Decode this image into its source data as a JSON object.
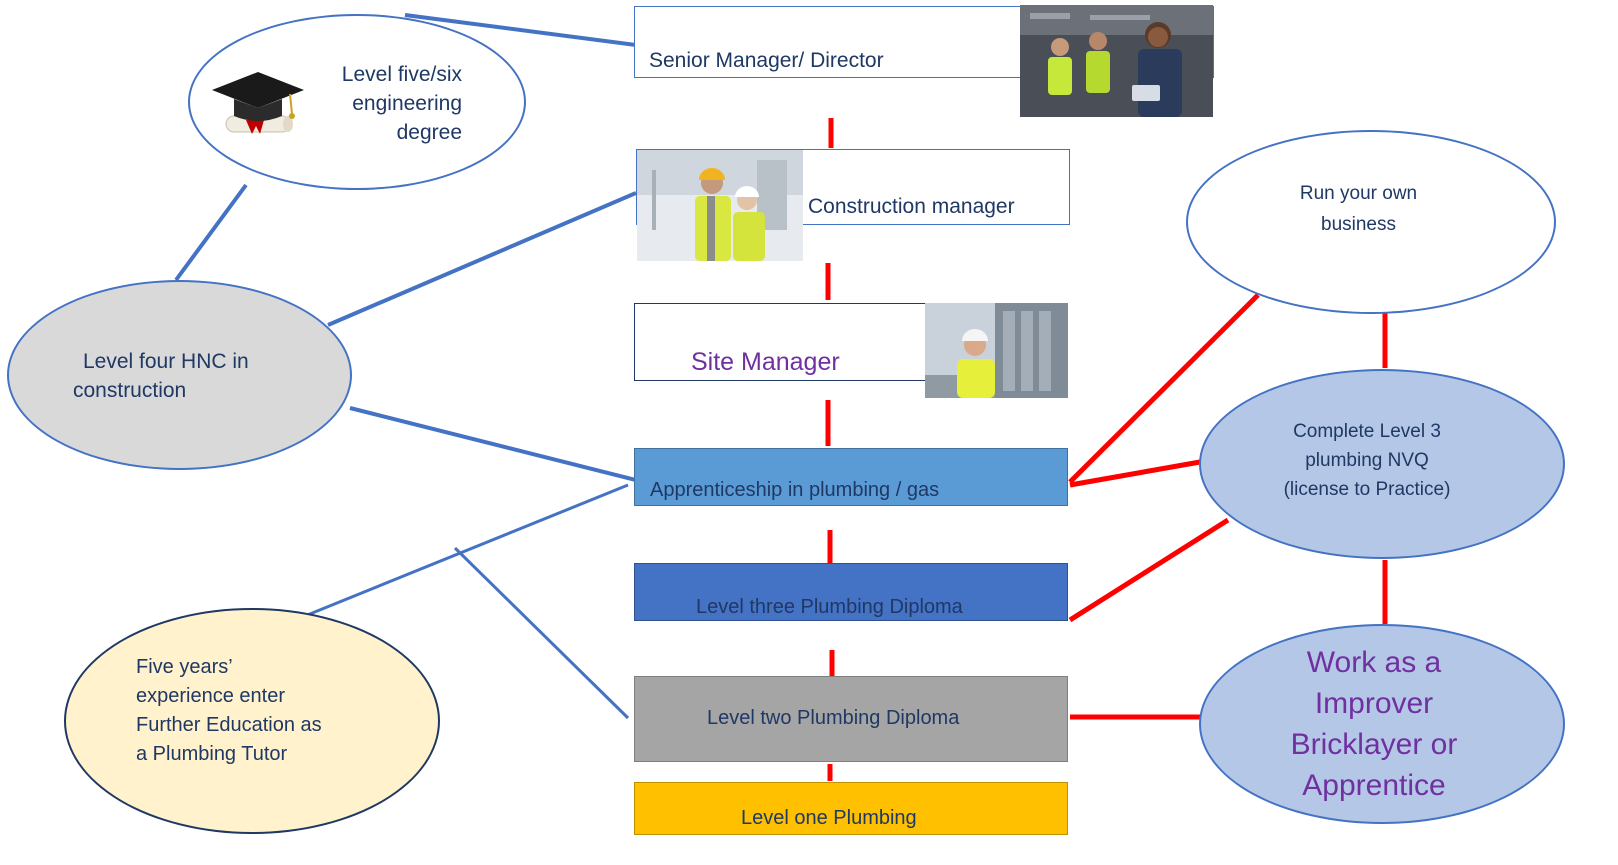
{
  "career_ladder": {
    "senior_manager": "Senior Manager/ Director",
    "construction_manager": "Construction manager",
    "site_manager": "Site Manager",
    "apprenticeship": "Apprenticeship in plumbing / gas",
    "level_three": "Level three Plumbing Diploma",
    "level_two": "Level two Plumbing Diploma",
    "level_one": "Level one Plumbing"
  },
  "side_nodes": {
    "degree": [
      "Level five/six",
      "engineering",
      "degree"
    ],
    "hnc": [
      "Level four HNC in",
      "construction"
    ],
    "tutor": [
      "Five years’",
      "experience enter",
      "Further Education as",
      "a Plumbing Tutor"
    ],
    "business": [
      "Run your own",
      "business"
    ],
    "nvq": [
      "Complete Level 3",
      "plumbing NVQ",
      "(license to Practice)"
    ],
    "improver": [
      "Work as a",
      "Improver",
      "Bricklayer or",
      "Apprentice"
    ]
  },
  "icons": {
    "graduation_cap": "graduation-cap-icon",
    "diploma_scroll": "diploma-scroll-icon"
  },
  "colors": {
    "blue_line": "#4472c4",
    "red_line": "#ff0000",
    "apprenticeship_fill": "#5b9bd5",
    "level_three_fill": "#4472c4",
    "level_two_fill": "#a5a5a5",
    "level_one_fill": "#ffc000",
    "hnc_fill": "#d9d9d9",
    "tutor_fill": "#fff2cc",
    "nvq_fill": "#b4c7e7",
    "text_navy": "#1f3864",
    "text_purple": "#7030a0"
  }
}
